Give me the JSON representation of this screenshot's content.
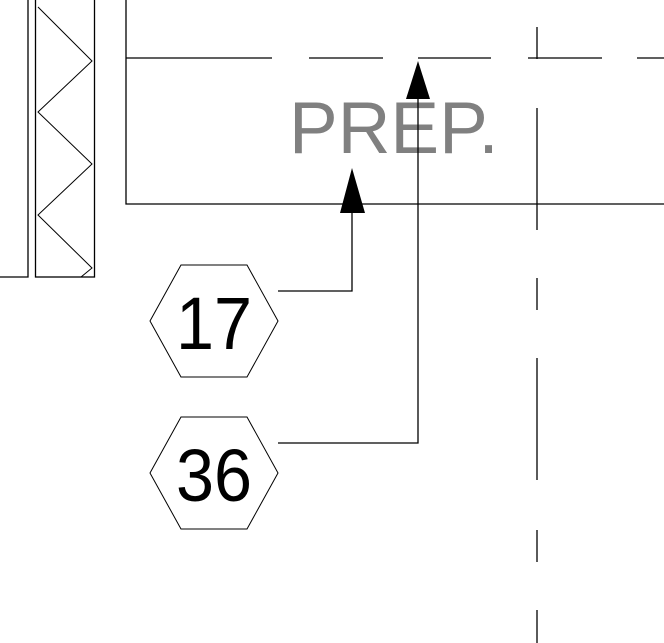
{
  "drawing": {
    "room_label": "PREP.",
    "room_label_color": "#808080",
    "tags": [
      {
        "id": "tag-17",
        "text": "17"
      },
      {
        "id": "tag-36",
        "text": "36"
      }
    ]
  }
}
